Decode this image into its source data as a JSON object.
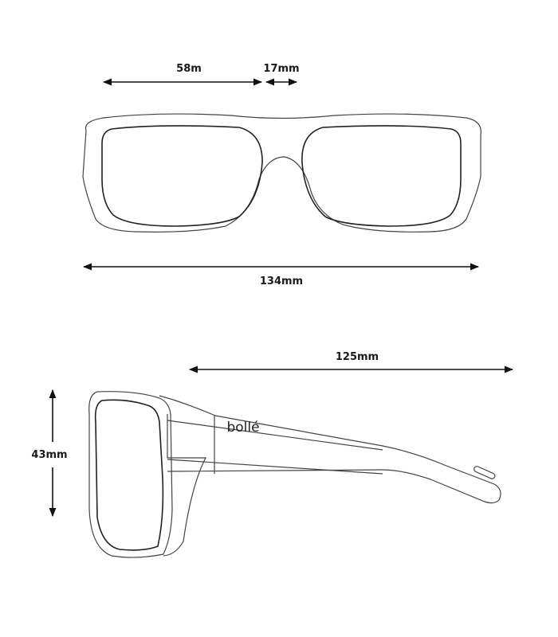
{
  "dimensions": {
    "lens_width": "58m",
    "bridge_width": "17mm",
    "total_width": "134mm",
    "temple_length": "125mm",
    "lens_height": "43mm"
  },
  "brand_logo": "bollé",
  "views": [
    "front",
    "side"
  ],
  "line_color": "#222222"
}
